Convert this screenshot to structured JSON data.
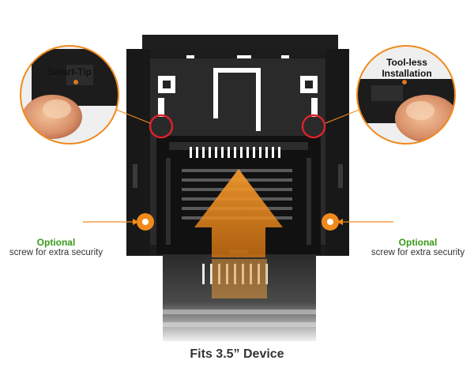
{
  "callouts": {
    "smart_tip": "Smart-Tip",
    "toolless_line1": "Tool-less",
    "toolless_line2": "Installation"
  },
  "optional_left": {
    "title": "Optional",
    "desc": "screw for extra security"
  },
  "optional_right": {
    "title": "Optional",
    "desc": "screw for extra security"
  },
  "caption": "Fits 3.5” Device",
  "colors": {
    "accent_orange": "#f08a1c",
    "marker_red": "#d8232a",
    "optional_green": "#3a9a1a",
    "bracket_black": "#1c1c1c"
  }
}
